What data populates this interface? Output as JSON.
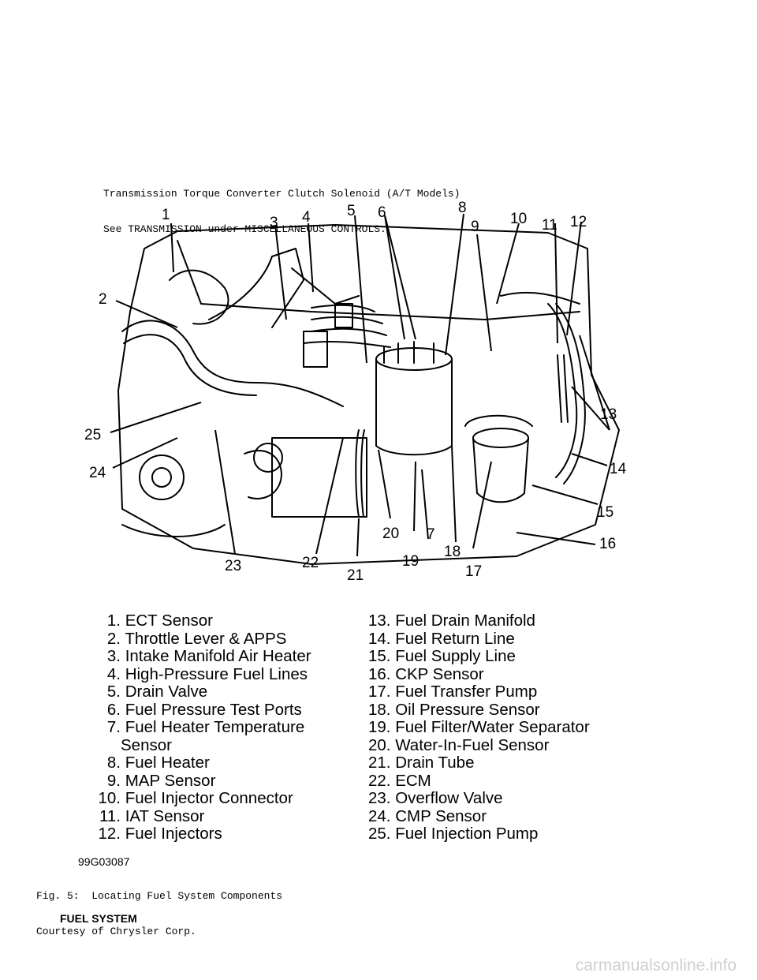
{
  "header": {
    "line1": "Transmission Torque Converter Clutch Solenoid (A/T Models)",
    "line2": "See TRANSMISSION under MISCELLANEOUS CONTROLS."
  },
  "figure": {
    "callouts": [
      "1",
      "2",
      "3",
      "4",
      "5",
      "6",
      "7",
      "8",
      "9",
      "10",
      "11",
      "12",
      "13",
      "14",
      "15",
      "16",
      "17",
      "18",
      "19",
      "20",
      "21",
      "22",
      "23",
      "24",
      "25"
    ],
    "code": "99G03087"
  },
  "legend": {
    "left": [
      {
        "num": "1.",
        "text": "ECT Sensor"
      },
      {
        "num": "2.",
        "text": "Throttle Lever & APPS"
      },
      {
        "num": "3.",
        "text": "Intake Manifold Air Heater"
      },
      {
        "num": "4.",
        "text": "High-Pressure Fuel Lines"
      },
      {
        "num": "5.",
        "text": "Drain Valve"
      },
      {
        "num": "6.",
        "text": "Fuel Pressure Test Ports"
      },
      {
        "num": "7.",
        "text": "Fuel Heater Temperature",
        "cont": "Sensor"
      },
      {
        "num": "8.",
        "text": "Fuel Heater"
      },
      {
        "num": "9.",
        "text": "MAP Sensor"
      },
      {
        "num": "10.",
        "text": "Fuel Injector Connector"
      },
      {
        "num": "11.",
        "text": "IAT Sensor"
      },
      {
        "num": "12.",
        "text": "Fuel Injectors"
      }
    ],
    "right": [
      {
        "num": "13.",
        "text": "Fuel Drain Manifold"
      },
      {
        "num": "14.",
        "text": "Fuel Return Line"
      },
      {
        "num": "15.",
        "text": "Fuel Supply Line"
      },
      {
        "num": "16.",
        "text": "CKP Sensor"
      },
      {
        "num": "17.",
        "text": "Fuel Transfer Pump"
      },
      {
        "num": "18.",
        "text": "Oil Pressure Sensor"
      },
      {
        "num": "19.",
        "text": "Fuel Filter/Water Separator"
      },
      {
        "num": "20.",
        "text": "Water-In-Fuel Sensor"
      },
      {
        "num": "21.",
        "text": "Drain Tube"
      },
      {
        "num": "22.",
        "text": "ECM"
      },
      {
        "num": "23.",
        "text": "Overflow Valve"
      },
      {
        "num": "24.",
        "text": "CMP Sensor"
      },
      {
        "num": "25.",
        "text": "Fuel Injection Pump"
      }
    ]
  },
  "caption": {
    "line1": "Fig. 5:  Locating Fuel System Components",
    "line2": "Courtesy of Chrysler Corp."
  },
  "footer": {
    "section": "FUEL SYSTEM"
  },
  "watermark": "carmanualsonline.info"
}
